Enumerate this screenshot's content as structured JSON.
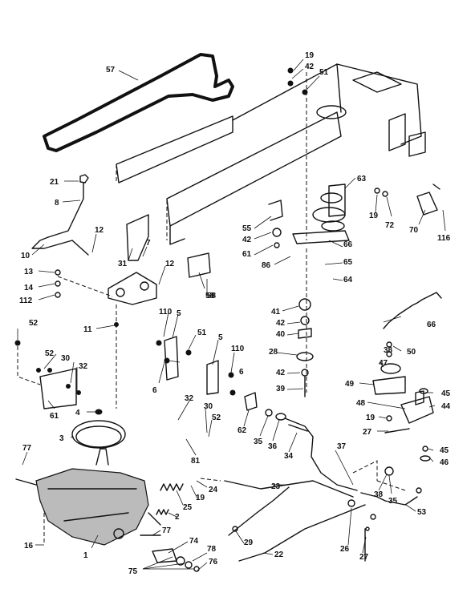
{
  "callouts": [
    "57",
    "19",
    "42",
    "51",
    "21",
    "8",
    "63",
    "19",
    "72",
    "70",
    "116",
    "12",
    "58",
    "66",
    "10",
    "31",
    "7",
    "42",
    "61",
    "55",
    "65",
    "13",
    "12",
    "86",
    "64",
    "14",
    "112",
    "58",
    "41",
    "110",
    "42",
    "66",
    "11",
    "5",
    "40",
    "52",
    "51",
    "5",
    "110",
    "28",
    "50",
    "52",
    "30",
    "32",
    "38",
    "42",
    "47",
    "6",
    "6",
    "49",
    "39",
    "61",
    "45",
    "4",
    "48",
    "44",
    "62",
    "35",
    "36",
    "32",
    "30",
    "3",
    "52",
    "19",
    "27",
    "81",
    "34",
    "37",
    "45",
    "77",
    "46",
    "24",
    "19",
    "38",
    "25",
    "35",
    "23",
    "2",
    "53",
    "77",
    "29",
    "26",
    "16",
    "1",
    "74",
    "22",
    "78",
    "27",
    "75",
    "76"
  ],
  "colors": {
    "line": "#111111",
    "background": "#ffffff"
  }
}
